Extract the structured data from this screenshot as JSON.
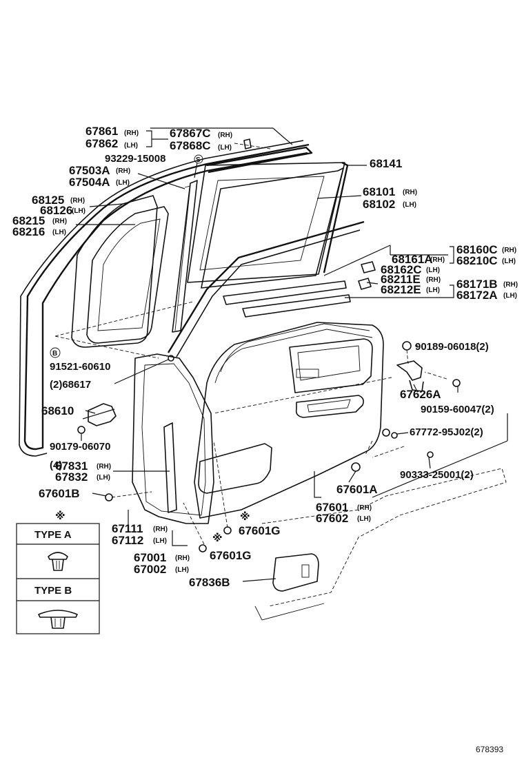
{
  "labels": {
    "p67861": "67861",
    "p67861s": "(RH)",
    "p67862": "67862",
    "p67862s": "(LH)",
    "p67867c": "67867C",
    "p67867cs": "(RH)",
    "p67868c": "67868C",
    "p67868cs": "(LH)",
    "p93229": "93229-15008",
    "p67503a": "67503A",
    "p67503as": "(RH)",
    "p67504a": "67504A",
    "p67504as": "(LH)",
    "p68141": "68141",
    "p68125": "68125",
    "p68125s": "(RH)",
    "p68126": "68126",
    "p68126s": "(LH)",
    "p68215": "68215",
    "p68215s": "(RH)",
    "p68216": "68216",
    "p68216s": "(LH)",
    "p68101": "68101",
    "p68101s": "(RH)",
    "p68102": "68102",
    "p68102s": "(LH)",
    "p68161a": "68161A",
    "p68161as": "(RH)",
    "p68162c": "68162C",
    "p68162cs": "(LH)",
    "p68160c": "68160C",
    "p68160cs": "(RH)",
    "p68210c": "68210C",
    "p68210cs": "(LH)",
    "p68211e": "68211E",
    "p68211es": "(RH)",
    "p68212e": "68212E",
    "p68212es": "(LH)",
    "p68171b": "68171B",
    "p68171bs": "(RH)",
    "p68172a": "68172A",
    "p68172as": "(LH)",
    "p91521": "91521-60610",
    "p68617": "(2)68617",
    "p90189": "90189-06018(2)",
    "p67626a": "67626A",
    "p68610": "68610",
    "p90159": "90159-60047(2)",
    "p90179": "90179-06070",
    "p67772": "67772-95J02(2)",
    "p4": "(4)",
    "p67831": "67831",
    "p67831s": "(RH)",
    "p67832": "67832",
    "p67832s": "(LH)",
    "p90333": "90333-25001(2)",
    "p67601b": "67601B",
    "p67601a": "67601A",
    "p67111": "67111",
    "p67111s": "(RH)",
    "p67112": "67112",
    "p67112s": "(LH)",
    "p67601": "67601",
    "p67601s": "(RH)",
    "p67602": "67602",
    "p67602s": "(LH)",
    "p67601g1": "67601G",
    "p67601g2": "67601G",
    "p67001": "67001",
    "p67001s": "(RH)",
    "p67002": "67002",
    "p67002s": "(LH)",
    "p67836b": "67836B",
    "circleB": "B",
    "circleS": "S",
    "asterisk": "※",
    "typeA": "TYPE A",
    "typeB": "TYPE B",
    "figureNo": "678393"
  }
}
